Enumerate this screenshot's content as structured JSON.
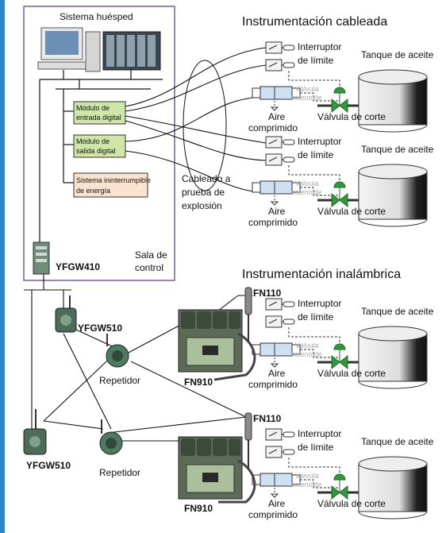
{
  "colors": {
    "accent": "#2a86c8",
    "host_border": "#7a5aa6",
    "module_fill": "#cfe6a8",
    "ups_fill": "#fbe3cf",
    "valve_green": "#2e9a3a"
  },
  "host_system": {
    "title": "Sistema huésped",
    "gateway": "YFGW410",
    "room_label_line1": "Sala de",
    "room_label_line2": "control",
    "input_module_line1": "Módulo de",
    "input_module_line2": "entrada digital",
    "output_module_line1": "Módulo de",
    "output_module_line2": "salida digital",
    "ups_line1": "Sistema ininterrumpible",
    "ups_line2": "de energía"
  },
  "explosion_proof": {
    "line1": "Cableado a",
    "line2": "prueba de",
    "line3": "explosión"
  },
  "wired_title": "Instrumentación cableada",
  "wireless_title": "Instrumentación inalámbrica",
  "field": {
    "limit_switch_line1": "Interruptor",
    "limit_switch_line2": "de límite",
    "tank": "Tanque de aceite",
    "solenoid_line1": "Válvula",
    "solenoid_line2": "solenoide",
    "shutoff_valve": "Válvula de corte",
    "air_line1": "Aire",
    "air_line2": "comprimido"
  },
  "wireless": {
    "fn110": "FN110",
    "fn910": "FN910",
    "yfgw510": "YFGW510",
    "repeater": "Repetidor"
  }
}
